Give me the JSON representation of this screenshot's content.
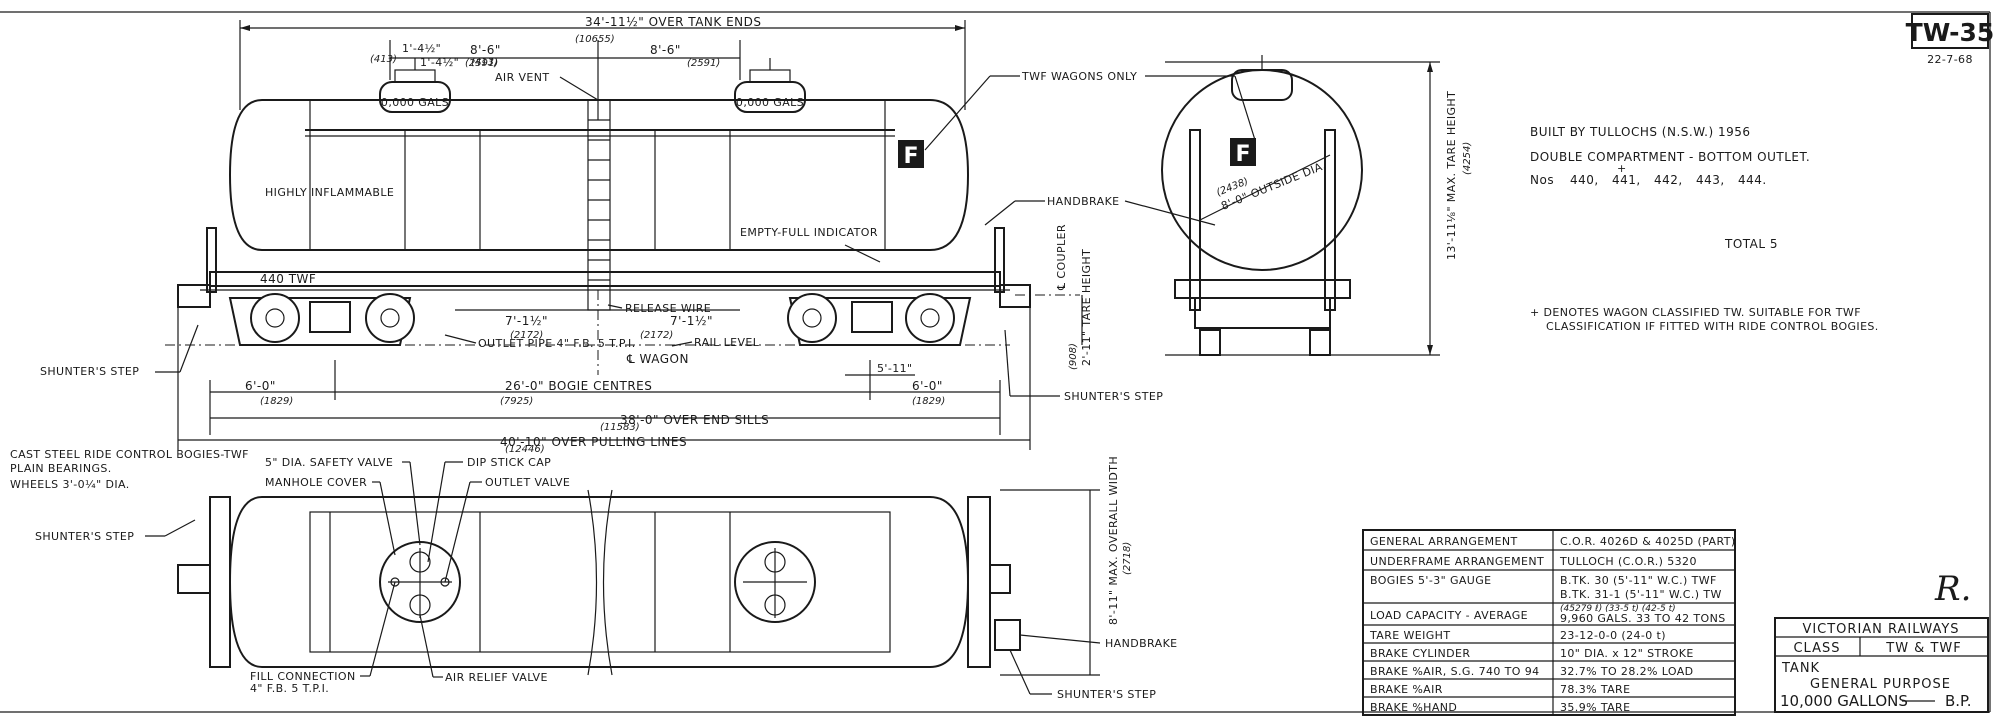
{
  "drawing_number": "TW-35",
  "drawing_date": "22-7-68",
  "signature_mark": "R.",
  "side_view": {
    "dim_over_tank_ends": "34'-11½\" OVER TANK ENDS",
    "dim_over_tank_ends_mm": "(10655)",
    "dim_8_6_left": "8'-6\"",
    "dim_8_6_left_mm": "(2591)",
    "dim_8_6_right": "8'-6\"",
    "dim_8_6_right_mm": "(2591)",
    "dim_1_4a": "1'-4½\"",
    "dim_1_4a_mm": "(413)",
    "dim_1_4b": "1'-4½\"",
    "dim_1_4b_mm": "(413)",
    "dome_left_label": "0,000 GALS",
    "dome_right_label": "0,000 GALS",
    "air_vent": "AIR VENT",
    "twf_wagons_only": "TWF WAGONS ONLY",
    "f_mark": "F",
    "highly_inflammable": "HIGHLY INFLAMMABLE",
    "empty_full_indicator": "EMPTY-FULL INDICATOR",
    "handbrake": "HANDBRAKE",
    "wagon_number": "440 TWF",
    "release_wire": "RELEASE WIRE",
    "dim_7_1_left": "7'-1½\"",
    "dim_7_1_left_mm": "(2172)",
    "dim_7_1_right": "7'-1½\"",
    "dim_7_1_right_mm": "(2172)",
    "outlet_pipe": "OUTLET PIPE 4\" F.B. 5 T.P.I.",
    "rail_level": "RAIL LEVEL",
    "wagon_cl": "℄ WAGON",
    "coupler_cl": "℄ COUPLER",
    "tare_height": "2'-11\" TARE HEIGHT",
    "tare_height_mm": "(908)",
    "dim_5_11": "5'-11\"",
    "shunters_step_left": "SHUNTER'S STEP",
    "shunters_step_mid": "SHUNTER'S STEP",
    "dim_6_0_left": "6'-0\"",
    "dim_6_0_left_mm": "(1829)",
    "dim_bogie_centres": "26'-0\" BOGIE CENTRES",
    "dim_bogie_centres_mm": "(7925)",
    "dim_6_0_right": "6'-0\"",
    "dim_6_0_right_mm": "(1829)",
    "dim_over_end_sills": "38'-0\" OVER END SILLS",
    "dim_over_end_sills_mm": "(11583)",
    "dim_over_pulling_lines": "40'-10\" OVER PULLING LINES",
    "dim_over_pulling_lines_mm": "(12446)"
  },
  "end_view": {
    "outside_dia": "8'-0\" OUTSIDE DIA.",
    "outside_dia_mm": "(2438)",
    "max_tare_height": "13'-11⅛\" MAX. TARE HEIGHT",
    "max_tare_height_mm": "(4254)",
    "f_mark": "F"
  },
  "notes": {
    "built_by": "BUILT BY TULLOCHS (N.S.W.) 1956",
    "compartments": "DOUBLE COMPARTMENT - BOTTOM OUTLET.",
    "numbers_prefix": "Nos",
    "numbers": [
      "440,",
      "441,",
      "442,",
      "443,",
      "444."
    ],
    "dagger": "+",
    "total": "TOTAL 5",
    "tw_note_line1": "+ DENOTES WAGON CLASSIFIED TW. SUITABLE FOR TWF",
    "tw_note_line2": "CLASSIFICATION IF FITTED WITH RIDE CONTROL BOGIES."
  },
  "bogie_note": {
    "line1": "CAST STEEL RIDE CONTROL BOGIES-TWF",
    "line2": "PLAIN BEARINGS.",
    "line3": "WHEELS 3'-0¼\" DIA."
  },
  "plan_view": {
    "safety_valve": "5\" DIA. SAFETY VALVE",
    "dip_stick_cap": "DIP STICK CAP",
    "manhole_cover": "MANHOLE COVER",
    "outlet_valve": "OUTLET VALVE",
    "shunters_step_left": "SHUNTER'S STEP",
    "fill_connection": "FILL CONNECTION",
    "fill_connection_spec": "4\" F.B. 5 T.P.I.",
    "air_relief_valve": "AIR RELIEF VALVE",
    "handbrake": "HANDBRAKE",
    "shunters_step_right": "SHUNTER'S STEP",
    "overall_width": "8'-11\" MAX. OVERALL WIDTH",
    "overall_width_mm": "(2718)"
  },
  "spec_table": [
    {
      "label": "GENERAL ARRANGEMENT",
      "value": "C.O.R. 4026D & 4025D (PART)"
    },
    {
      "label": "UNDERFRAME ARRANGEMENT",
      "value": "TULLOCH (C.O.R.) 5320"
    },
    {
      "label": "BOGIES 5'-3\" GAUGE",
      "value": "B.TK. 30 (5'-11\" W.C.) TWF",
      "value2": "B.TK. 31-1 (5'-11\" W.C.) TW"
    },
    {
      "label": "LOAD CAPACITY - AVERAGE",
      "value": "(45279 ℓ) (33-5 t) (42-5 t)",
      "value2": "9,960 GALS. 33 TO 42 TONS"
    },
    {
      "label": "TARE WEIGHT",
      "value": "23-12-0-0 (24-0 t)"
    },
    {
      "label": "BRAKE CYLINDER",
      "value": "10\" DIA. x 12\" STROKE"
    },
    {
      "label": "BRAKE %AIR, S.G. 740 TO 94",
      "value": "32.7% TO 28.2% LOAD"
    },
    {
      "label": "BRAKE %AIR",
      "value": "78.3% TARE"
    },
    {
      "label": "BRAKE %HAND",
      "value": "35.9% TARE"
    }
  ],
  "title_block": {
    "railway": "VICTORIAN RAILWAYS",
    "class_label": "CLASS",
    "class_value": "TW & TWF",
    "line1": "TANK",
    "line2": "GENERAL PURPOSE",
    "line3": "10,000 GALLONS",
    "initials": "B.P."
  }
}
